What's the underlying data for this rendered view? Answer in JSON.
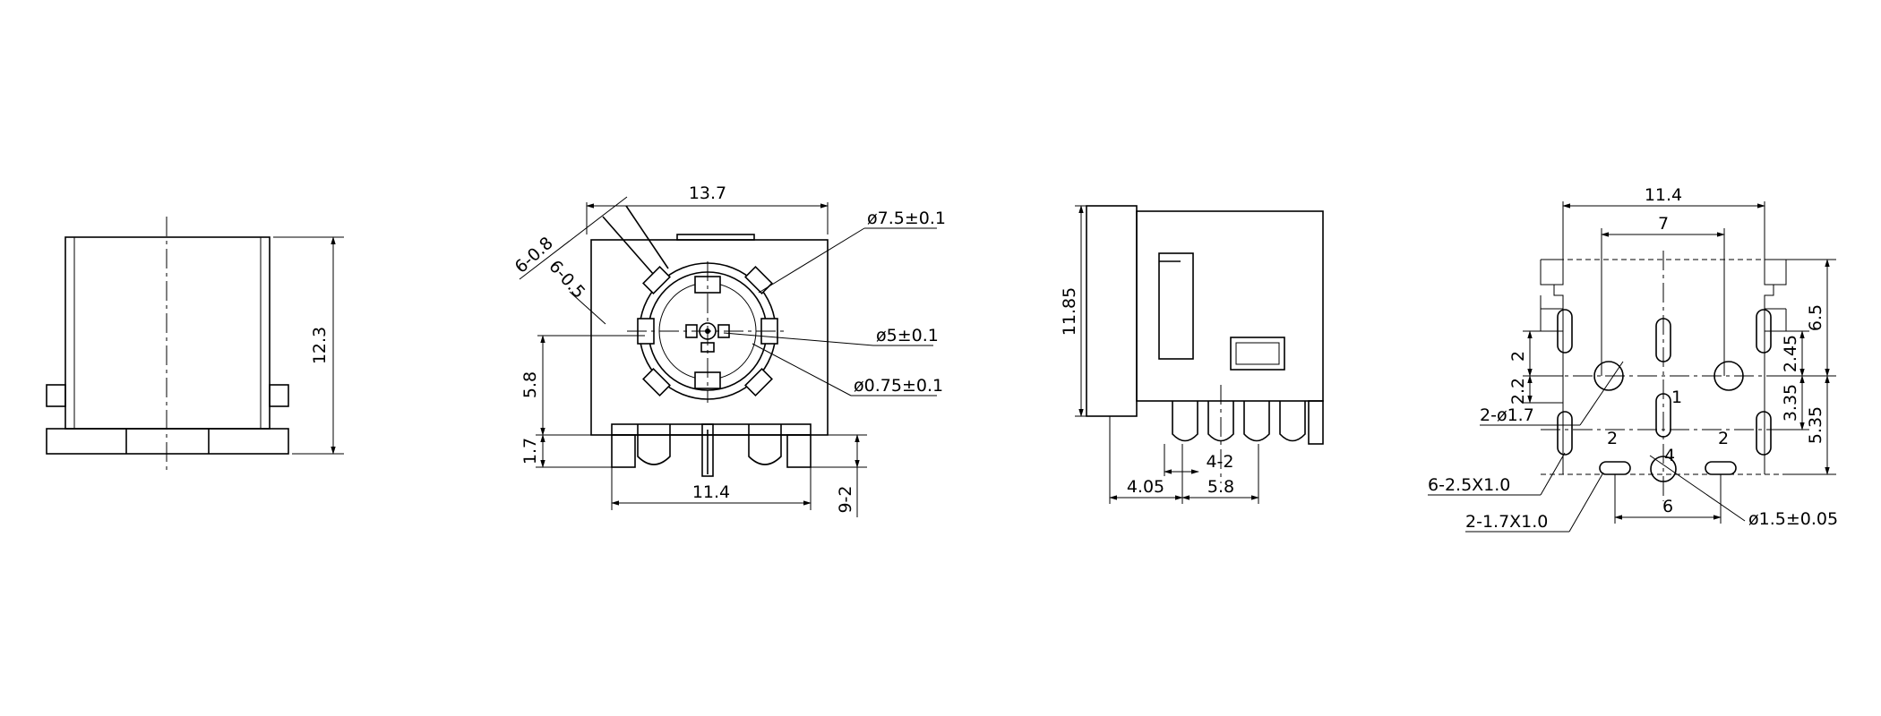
{
  "side_view": {
    "height_label": "12.3"
  },
  "front_view": {
    "width_label": "13.7",
    "pitch_label_a": "6-0.8",
    "pitch_label_b": "6-0.5",
    "dia_outer_label": "ø7.5",
    "dia_outer_tol": "±0.1",
    "dia_inner_label": "ø5",
    "dia_inner_tol": "±0.1",
    "dia_pin_label": "ø0.75",
    "dia_pin_tol": "±0.1",
    "height_5_8": "5.8",
    "height_1_7": "1.7",
    "bottom_width": "11.4",
    "pin_label": "9-2"
  },
  "profile_view": {
    "height_label": "11.85",
    "dim_4_05": "4.05",
    "dim_5_8": "5.8",
    "dim_4_2": "4-2"
  },
  "footprint_view": {
    "width_11_4": "11.4",
    "width_7": "7",
    "dim_6_5": "6.5",
    "dim_2_45": "2.45",
    "dim_3_35": "3.35",
    "dim_5_35": "5.35",
    "dim_2": "2",
    "dim_2_2": "2.2",
    "hole_label": "2-ø1.7",
    "pin_num_1": "1",
    "pin_num_2a": "2",
    "pin_num_2b": "2",
    "pin_num_4": "4",
    "slot_label_a": "6-2.5X1.0",
    "slot_label_b": "2-1.7X1.0",
    "dim_6": "6",
    "dia_label": "ø1.5",
    "dia_tol": "±0.05"
  }
}
